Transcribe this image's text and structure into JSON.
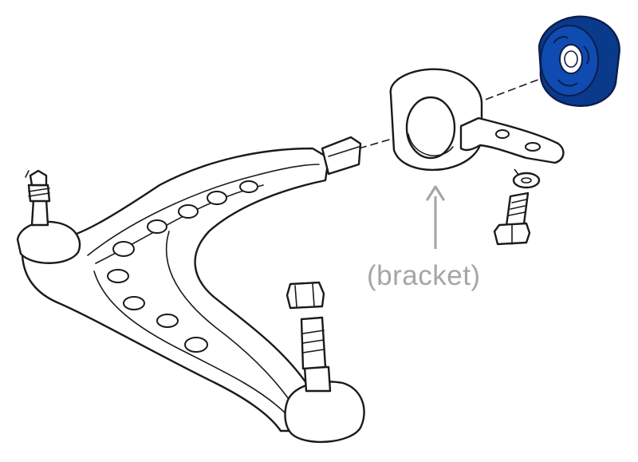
{
  "diagram": {
    "label": "(bracket)",
    "colors": {
      "bushing": "#0f4bb0",
      "bushing_dark": "#0a3a8c",
      "label_gray": "#a6a6a6",
      "line_art": "#1a1a1a"
    },
    "parts": [
      "control-arm",
      "ball-joint-stud",
      "nut",
      "bracket",
      "bolt",
      "washer",
      "bushing"
    ]
  }
}
